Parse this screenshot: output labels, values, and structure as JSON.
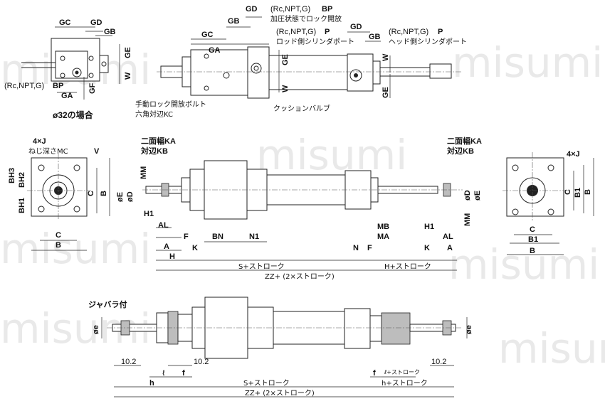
{
  "watermark": "misumi",
  "top": {
    "GC": "GC",
    "GD": "GD",
    "GB": "GB",
    "GE": "GE",
    "GA": "GA",
    "GF": "GF",
    "W": "W",
    "BP": "BP",
    "P": "P",
    "rc_npt_g": "(Rc,NPT,G)",
    "bp_note": "加圧状態でロック開放",
    "p_rod_note": "ロッド側シリンダポート",
    "p_head_note": "ヘッド側シリンダポート",
    "manual_release_bolt": "手動ロック開放ボルト",
    "hex_kc": "六角対辺KC",
    "cushion_valve": "クッションバルブ",
    "phi32_case": "ø32の場合"
  },
  "middle": {
    "4xJ": "4×J",
    "screw_depth_mc": "ねじ深さMC",
    "V": "V",
    "BH3": "BH3",
    "BH2": "BH2",
    "BH1": "BH1",
    "C": "C",
    "B": "B",
    "B1": "B1",
    "two_face_ka": "二面幅KA",
    "across_kb": "対辺KB",
    "MM": "MM",
    "phiE": "øE",
    "phiD": "øD",
    "H1": "H1",
    "AL": "AL",
    "A": "A",
    "H": "H",
    "F": "F",
    "K": "K",
    "BN": "BN",
    "N1": "N1",
    "MB": "MB",
    "MA": "MA",
    "N": "N",
    "s_stroke": "S+ストローク",
    "h_stroke": "H+ストローク",
    "zz_stroke": "ZZ+ (2×ストローク)"
  },
  "bottom": {
    "with_bellows": "ジャバラ付",
    "phie": "øe",
    "d10_2": "10.2",
    "l": "ℓ",
    "f": "f",
    "h": "h",
    "s_stroke": "S+ストローク",
    "h_stroke": "h+ストローク",
    "l_quarter": "ℓ+ストローク",
    "zz_stroke": "ZZ+ (2×ストローク)"
  }
}
